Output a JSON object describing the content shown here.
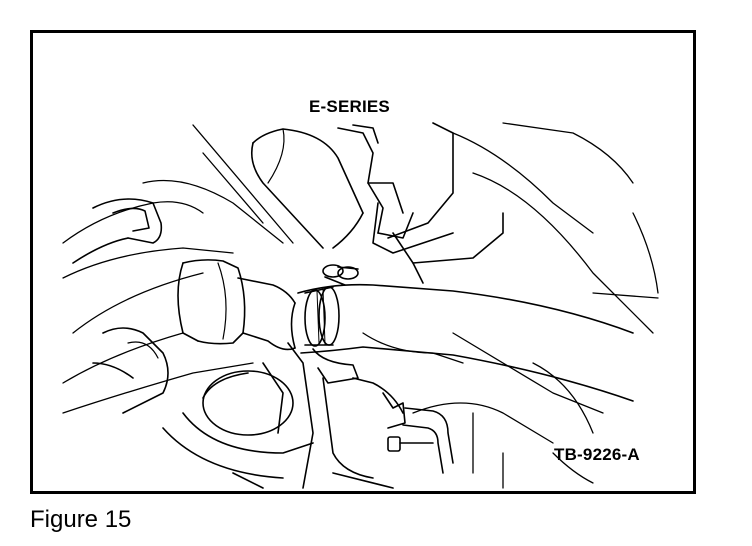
{
  "figure": {
    "series_label": "E-SERIES",
    "drawing_code": "TB-9226-A",
    "caption": "Figure 15"
  },
  "colors": {
    "ink": "#000000",
    "paper": "#ffffff"
  }
}
